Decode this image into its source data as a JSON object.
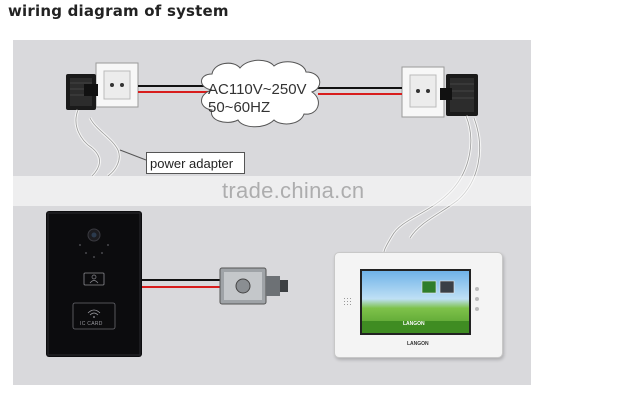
{
  "title": "wiring diagram of system",
  "supply_label": [
    "AC110V~250V",
    "50~60HZ"
  ],
  "adapter_label": "power adapter",
  "watermark": "trade.china.cn",
  "doorphone": {
    "card_text": "IC CARD"
  },
  "monitor": {
    "brand": "LANGON"
  },
  "colors": {
    "live_wire": "#d81d1d",
    "neutral_wire": "#111111",
    "panel": "#d9d9dc"
  }
}
